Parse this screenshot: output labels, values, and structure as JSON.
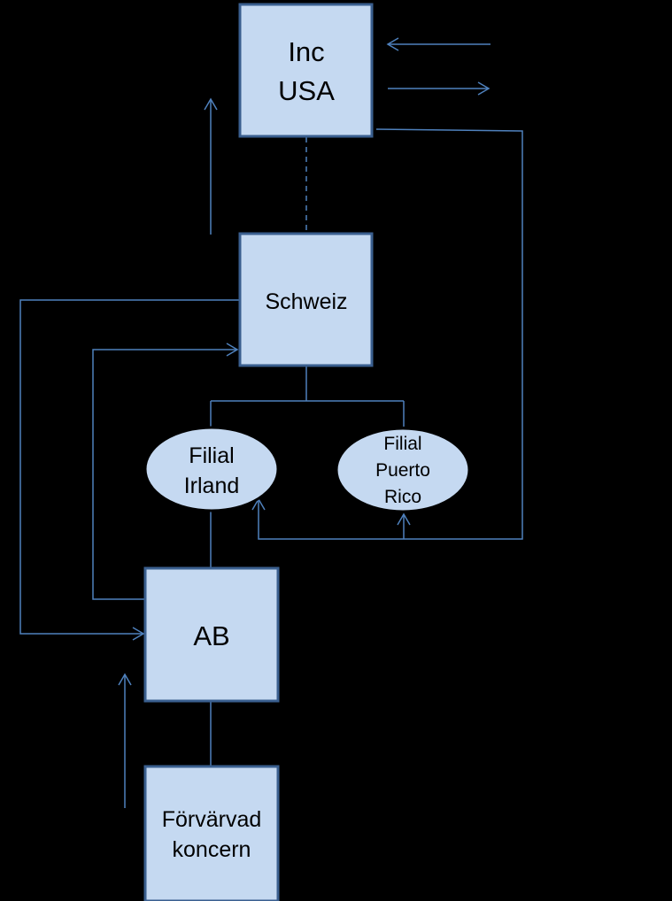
{
  "nodes": {
    "inc_usa": {
      "line1": "Inc",
      "line2": "USA"
    },
    "schweiz": {
      "label": "Schweiz"
    },
    "filial_irland": {
      "line1": "Filial",
      "line2": "Irland"
    },
    "filial_puerto_rico": {
      "line1": "Filial",
      "line2": "Puerto",
      "line3": "Rico"
    },
    "ab": {
      "label": "AB"
    },
    "forvarvad_koncern": {
      "line1": "Förvärvad",
      "line2": "koncern"
    }
  },
  "colors": {
    "background": "#000000",
    "box_fill": "#c5d9f1",
    "connector": "#4f81bd"
  }
}
